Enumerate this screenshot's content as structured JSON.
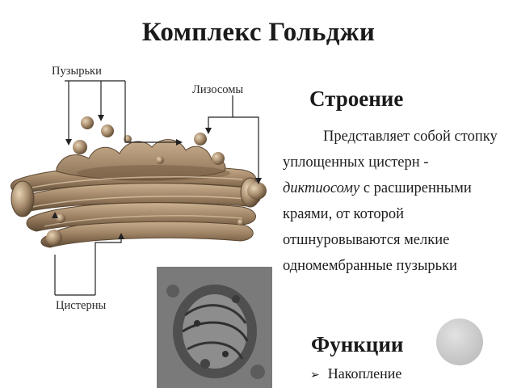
{
  "title": "Комплекс Гольджи",
  "diagram": {
    "label_vesicles": "Пузырьки",
    "label_lysosomes": "Лизосомы",
    "label_cisterns": "Цистерны"
  },
  "structure": {
    "heading": "Строение",
    "text_before": "Представляет собой стопку уплощенных цистерн - ",
    "term": "диктиосому",
    "text_after": " с расширенными краями, от которой отшнуровываются мелкие одномембранные пузырьки"
  },
  "functions": {
    "heading": "Функции",
    "items": [
      "Накопление"
    ]
  },
  "colors": {
    "organelle_body": "#a88d6e",
    "organelle_dark": "#5e4a34",
    "organelle_light": "#d8c2a2"
  }
}
